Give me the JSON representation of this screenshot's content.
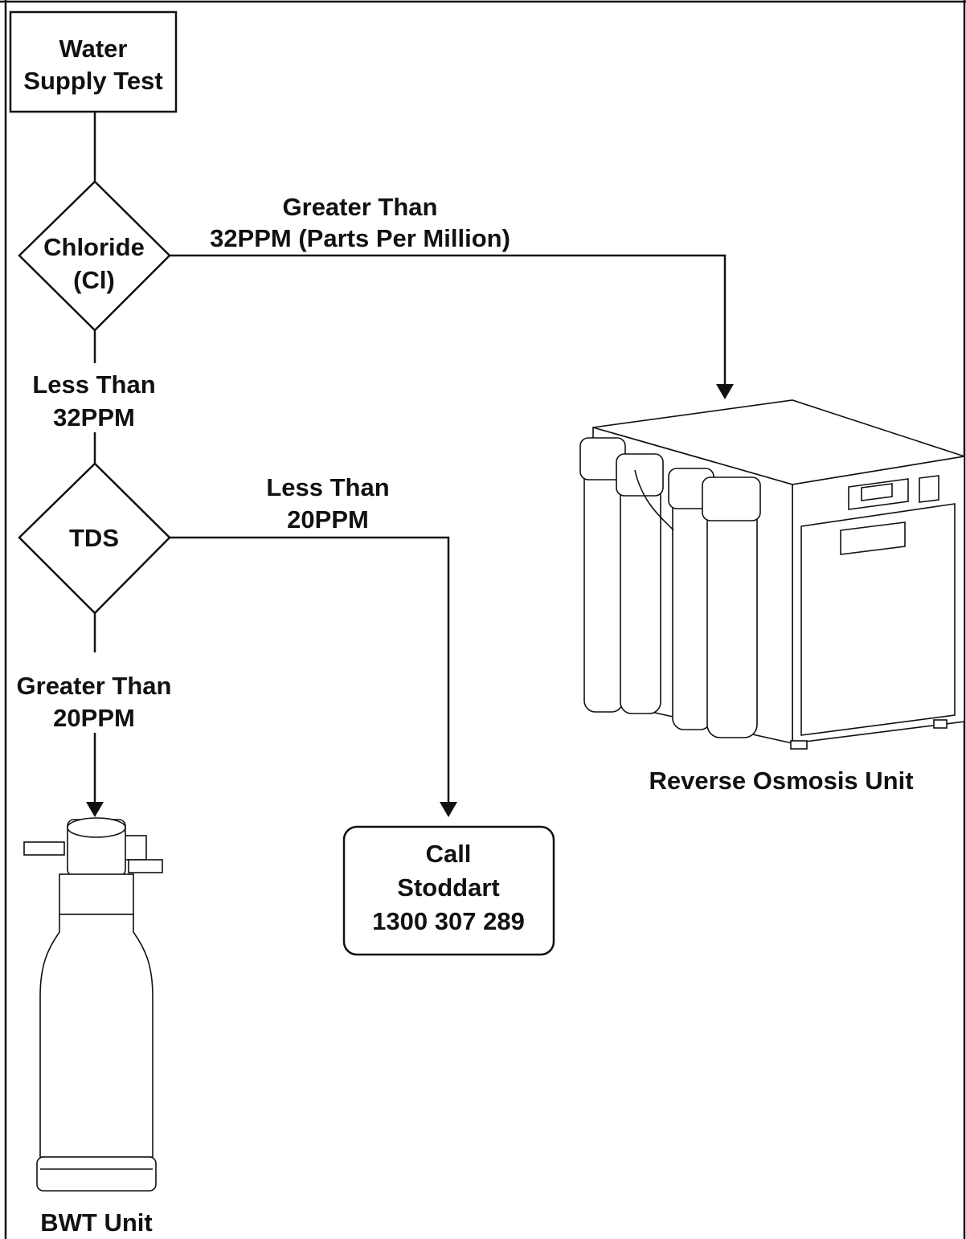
{
  "nodes": {
    "start": [
      "Water",
      "Supply Test"
    ],
    "chloride": [
      "Chloride",
      "(Cl)"
    ],
    "tds": [
      "TDS"
    ],
    "call": [
      "Call",
      "Stoddart",
      "1300 307 289"
    ]
  },
  "edges": {
    "chloride_greater": [
      "Greater Than",
      "32PPM (Parts Per Million)"
    ],
    "chloride_less": [
      "Less Than",
      "32PPM"
    ],
    "tds_less": [
      "Less Than",
      "20PPM"
    ],
    "tds_greater": [
      "Greater Than",
      "20PPM"
    ]
  },
  "outcomes": {
    "ro_unit": "Reverse Osmosis Unit",
    "bwt_unit": "BWT Unit"
  },
  "icons": {
    "ro_unit": "reverse-osmosis-unit-illustration",
    "bwt_unit": "bwt-filter-cylinder-illustration"
  }
}
